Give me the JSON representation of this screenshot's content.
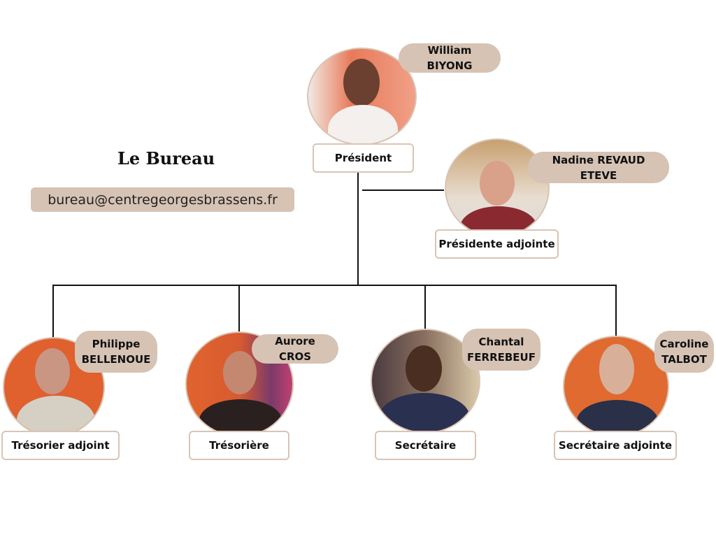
{
  "title": "Le Bureau",
  "email": "bureau@centregeorgesbrassens.fr",
  "members": [
    {
      "name": "William BIYONG",
      "role": "Président"
    },
    {
      "name": "Nadine REVAUD ETEVE",
      "role": "Présidente adjointe"
    },
    {
      "name_line1": "Philippe",
      "name_line2": "BELLENOUE",
      "role": "Trésorier adjoint"
    },
    {
      "name": "Aurore CROS",
      "role": "Trésorière"
    },
    {
      "name_line1": "Chantal",
      "name_line2": "FERREBEUF",
      "role": "Secrétaire"
    },
    {
      "name_line1": "Caroline",
      "name_line2": "TALBOT",
      "role": "Secrétaire adjointe"
    }
  ]
}
